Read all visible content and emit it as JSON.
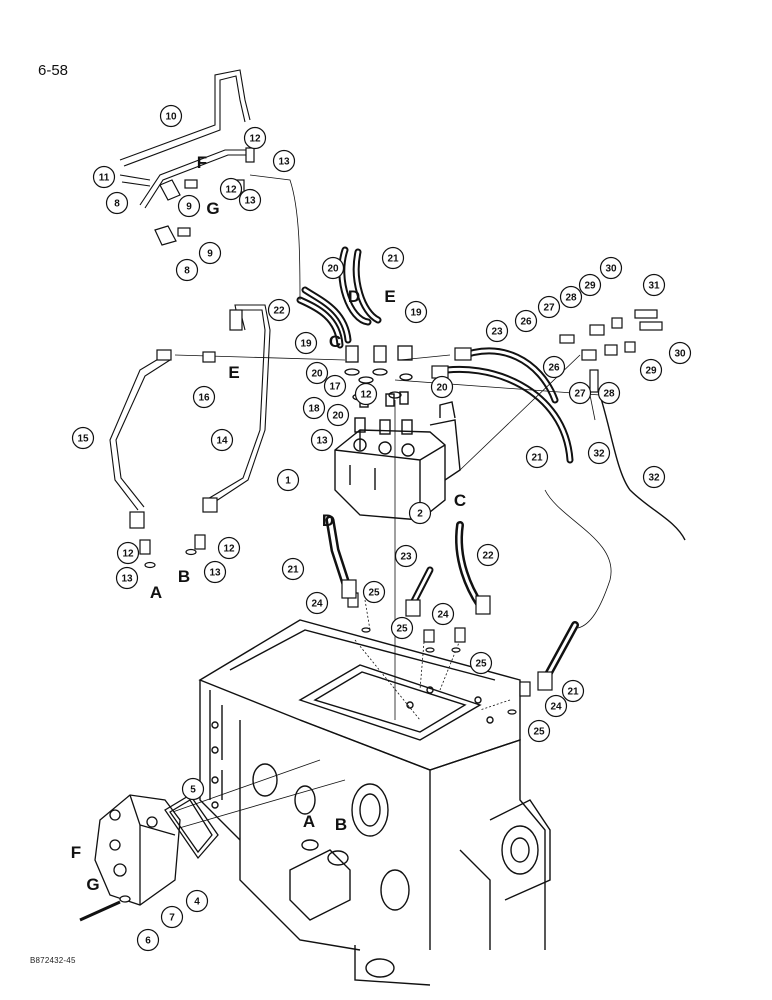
{
  "page": {
    "page_number": "6-58",
    "figure_id": "B872432-45"
  },
  "callouts": [
    {
      "n": "1"
    },
    {
      "n": "2"
    },
    {
      "n": "4"
    },
    {
      "n": "5"
    },
    {
      "n": "6"
    },
    {
      "n": "7"
    },
    {
      "n": "8"
    },
    {
      "n": "8"
    },
    {
      "n": "9"
    },
    {
      "n": "9"
    },
    {
      "n": "10"
    },
    {
      "n": "11"
    },
    {
      "n": "12"
    },
    {
      "n": "12"
    },
    {
      "n": "12"
    },
    {
      "n": "12"
    },
    {
      "n": "12"
    },
    {
      "n": "13"
    },
    {
      "n": "13"
    },
    {
      "n": "13"
    },
    {
      "n": "13"
    },
    {
      "n": "13"
    },
    {
      "n": "14"
    },
    {
      "n": "15"
    },
    {
      "n": "16"
    },
    {
      "n": "17"
    },
    {
      "n": "18"
    },
    {
      "n": "19"
    },
    {
      "n": "19"
    },
    {
      "n": "20"
    },
    {
      "n": "20"
    },
    {
      "n": "20"
    },
    {
      "n": "20"
    },
    {
      "n": "21"
    },
    {
      "n": "21"
    },
    {
      "n": "21"
    },
    {
      "n": "21"
    },
    {
      "n": "22"
    },
    {
      "n": "22"
    },
    {
      "n": "23"
    },
    {
      "n": "23"
    },
    {
      "n": "24"
    },
    {
      "n": "24"
    },
    {
      "n": "24"
    },
    {
      "n": "25"
    },
    {
      "n": "25"
    },
    {
      "n": "25"
    },
    {
      "n": "25"
    },
    {
      "n": "26"
    },
    {
      "n": "26"
    },
    {
      "n": "27"
    },
    {
      "n": "27"
    },
    {
      "n": "28"
    },
    {
      "n": "28"
    },
    {
      "n": "29"
    },
    {
      "n": "29"
    },
    {
      "n": "30"
    },
    {
      "n": "30"
    },
    {
      "n": "31"
    },
    {
      "n": "32"
    },
    {
      "n": "32"
    }
  ],
  "letters": [
    {
      "t": "F"
    },
    {
      "t": "G"
    },
    {
      "t": "D"
    },
    {
      "t": "E"
    },
    {
      "t": "C"
    },
    {
      "t": "E"
    },
    {
      "t": "A"
    },
    {
      "t": "B"
    },
    {
      "t": "D"
    },
    {
      "t": "C"
    },
    {
      "t": "A"
    },
    {
      "t": "B"
    },
    {
      "t": "F"
    },
    {
      "t": "G"
    }
  ]
}
